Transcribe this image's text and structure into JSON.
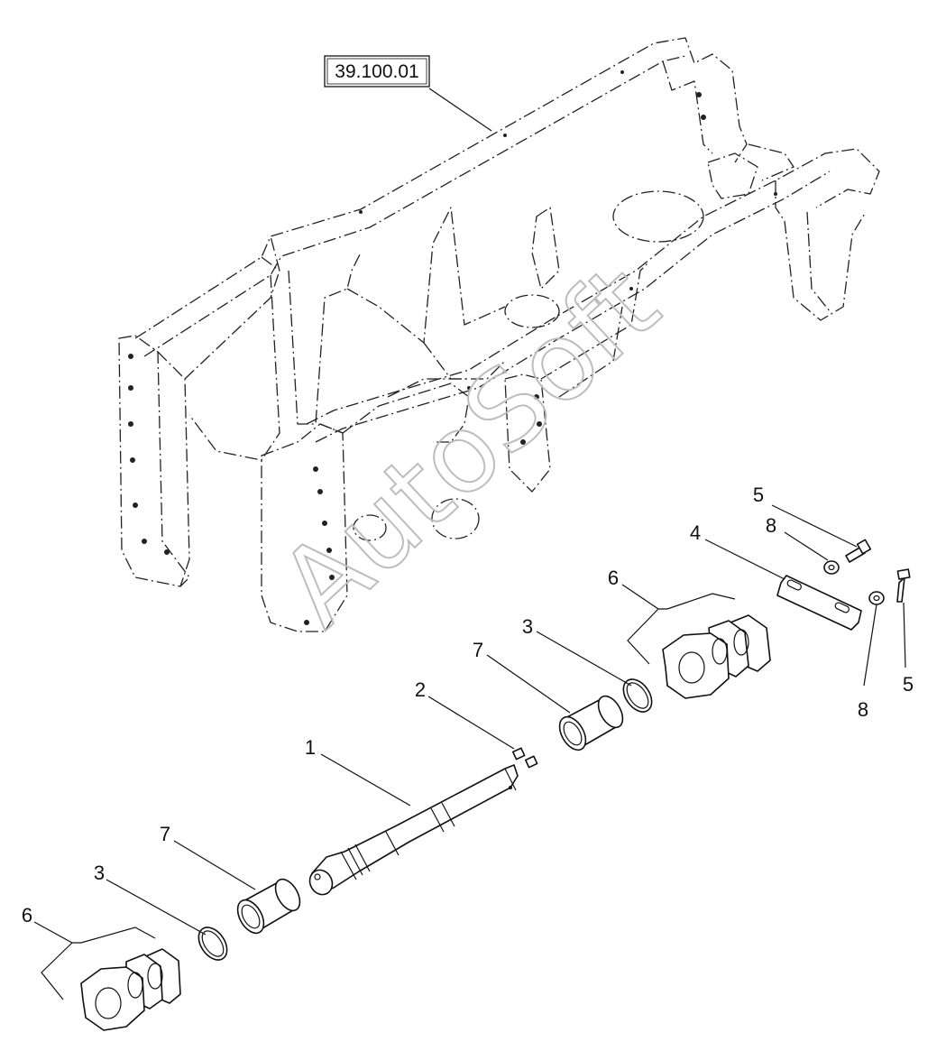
{
  "diagram": {
    "reference_box": "39.100.01",
    "watermark": "AutoSoft",
    "callouts": [
      {
        "id": "c1",
        "text": "1"
      },
      {
        "id": "c2",
        "text": "2"
      },
      {
        "id": "c3a",
        "text": "3"
      },
      {
        "id": "c3b",
        "text": "3"
      },
      {
        "id": "c4",
        "text": "4"
      },
      {
        "id": "c5a",
        "text": "5"
      },
      {
        "id": "c5b",
        "text": "5"
      },
      {
        "id": "c6a",
        "text": "6"
      },
      {
        "id": "c6b",
        "text": "6"
      },
      {
        "id": "c7a",
        "text": "7"
      },
      {
        "id": "c7b",
        "text": "7"
      },
      {
        "id": "c8a",
        "text": "8"
      },
      {
        "id": "c8b",
        "text": "8"
      }
    ]
  }
}
